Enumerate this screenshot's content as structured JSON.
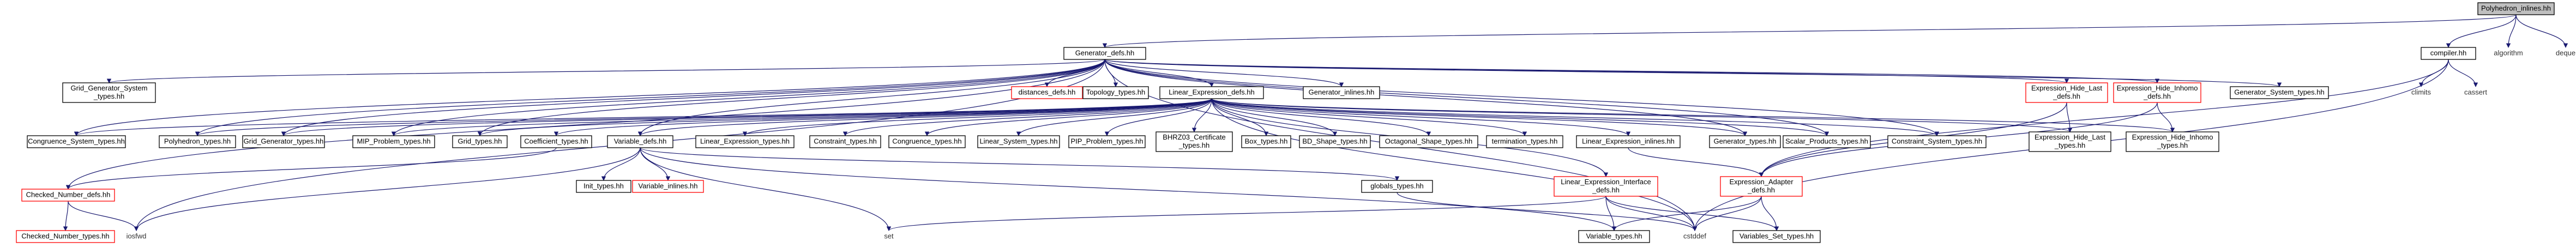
{
  "colors": {
    "root_fill": "#bfbfbf",
    "node_fill": "#ffffff",
    "node_border": "#000000",
    "node_border_missing": "#ff0000",
    "text_plain": "#000000",
    "text_missing": "#ff0000",
    "edge": "#191970"
  },
  "nodes": {
    "polyhedron_inlines": {
      "label": "Polyhedron_inlines.hh",
      "style": "root"
    },
    "generator_defs": {
      "label": "Generator_defs.hh",
      "style": "box"
    },
    "compiler": {
      "label": "compiler.hh",
      "style": "box"
    },
    "algorithm": {
      "label": "algorithm",
      "style": "plain"
    },
    "deque": {
      "label": "deque",
      "style": "plain"
    },
    "climits": {
      "label": "climits",
      "style": "plain"
    },
    "cassert": {
      "label": "cassert",
      "style": "plain"
    },
    "grid_generator_system_types": {
      "label": "Grid_Generator_System\n_types.hh",
      "style": "box"
    },
    "distances_defs": {
      "label": "distances_defs.hh",
      "style": "missing"
    },
    "topology_types": {
      "label": "Topology_types.hh",
      "style": "box"
    },
    "linear_expression_defs": {
      "label": "Linear_Expression_defs.hh",
      "style": "box"
    },
    "generator_inlines": {
      "label": "Generator_inlines.hh",
      "style": "box"
    },
    "expression_hide_last_defs": {
      "label": "Expression_Hide_Last\n_defs.hh",
      "style": "missing"
    },
    "expression_hide_inhomo_defs": {
      "label": "Expression_Hide_Inhomo\n_defs.hh",
      "style": "missing"
    },
    "generator_system_types": {
      "label": "Generator_System_types.hh",
      "style": "box"
    },
    "congruence_system_types": {
      "label": "Congruence_System_types.hh",
      "style": "box"
    },
    "polyhedron_types": {
      "label": "Polyhedron_types.hh",
      "style": "box"
    },
    "grid_generator_types": {
      "label": "Grid_Generator_types.hh",
      "style": "box"
    },
    "mip_problem_types": {
      "label": "MIP_Problem_types.hh",
      "style": "box"
    },
    "grid_types": {
      "label": "Grid_types.hh",
      "style": "box"
    },
    "coefficient_types": {
      "label": "Coefficient_types.hh",
      "style": "box"
    },
    "variable_defs": {
      "label": "Variable_defs.hh",
      "style": "box"
    },
    "linear_expression_types": {
      "label": "Linear_Expression_types.hh",
      "style": "box"
    },
    "constraint_types": {
      "label": "Constraint_types.hh",
      "style": "box"
    },
    "congruence_types": {
      "label": "Congruence_types.hh",
      "style": "box"
    },
    "linear_system_types": {
      "label": "Linear_System_types.hh",
      "style": "box"
    },
    "pip_problem_types": {
      "label": "PIP_Problem_types.hh",
      "style": "box"
    },
    "bhrz03_certificate_types": {
      "label": "BHRZ03_Certificate\n_types.hh",
      "style": "box"
    },
    "box_types": {
      "label": "Box_types.hh",
      "style": "box"
    },
    "bd_shape_types": {
      "label": "BD_Shape_types.hh",
      "style": "box"
    },
    "octagonal_shape_types": {
      "label": "Octagonal_Shape_types.hh",
      "style": "box"
    },
    "termination_types": {
      "label": "termination_types.hh",
      "style": "box"
    },
    "linear_expression_inlines": {
      "label": "Linear_Expression_inlines.hh",
      "style": "box"
    },
    "generator_types": {
      "label": "Generator_types.hh",
      "style": "box"
    },
    "scalar_products_types": {
      "label": "Scalar_Products_types.hh",
      "style": "box"
    },
    "constraint_system_types": {
      "label": "Constraint_System_types.hh",
      "style": "box"
    },
    "expression_hide_last_types": {
      "label": "Expression_Hide_Last\n_types.hh",
      "style": "box"
    },
    "expression_hide_inhomo_types": {
      "label": "Expression_Hide_Inhomo\n_types.hh",
      "style": "box"
    },
    "checked_number_defs": {
      "label": "Checked_Number_defs.hh",
      "style": "missing"
    },
    "checked_number_types": {
      "label": "Checked_Number_types.hh",
      "style": "missing"
    },
    "iosfwd": {
      "label": "iosfwd",
      "style": "plain"
    },
    "init_types": {
      "label": "Init_types.hh",
      "style": "box"
    },
    "variable_inlines": {
      "label": "Variable_inlines.hh",
      "style": "missing"
    },
    "globals_types": {
      "label": "globals_types.hh",
      "style": "box"
    },
    "linear_expression_interface_defs": {
      "label": "Linear_Expression_Interface\n_defs.hh",
      "style": "missing"
    },
    "expression_adapter_defs": {
      "label": "Expression_Adapter\n_defs.hh",
      "style": "missing"
    },
    "set": {
      "label": "set",
      "style": "plain"
    },
    "variable_types": {
      "label": "Variable_types.hh",
      "style": "box"
    },
    "cstddef": {
      "label": "cstddef",
      "style": "plain"
    },
    "variables_set_types": {
      "label": "Variables_Set_types.hh",
      "style": "box"
    }
  },
  "edges": [
    [
      "polyhedron_inlines",
      "generator_defs"
    ],
    [
      "polyhedron_inlines",
      "compiler"
    ],
    [
      "polyhedron_inlines",
      "algorithm"
    ],
    [
      "polyhedron_inlines",
      "deque"
    ],
    [
      "compiler",
      "climits"
    ],
    [
      "compiler",
      "cassert"
    ],
    [
      "compiler",
      "cstddef"
    ],
    [
      "compiler",
      "expression_adapter_defs"
    ],
    [
      "generator_defs",
      "grid_generator_system_types"
    ],
    [
      "generator_defs",
      "distances_defs"
    ],
    [
      "generator_defs",
      "topology_types"
    ],
    [
      "generator_defs",
      "linear_expression_defs"
    ],
    [
      "generator_defs",
      "generator_inlines"
    ],
    [
      "generator_defs",
      "expression_hide_last_defs"
    ],
    [
      "generator_defs",
      "expression_hide_inhomo_defs"
    ],
    [
      "generator_defs",
      "generator_system_types"
    ],
    [
      "generator_defs",
      "congruence_system_types"
    ],
    [
      "generator_defs",
      "polyhedron_types"
    ],
    [
      "generator_defs",
      "grid_generator_types"
    ],
    [
      "generator_defs",
      "mip_problem_types"
    ],
    [
      "generator_defs",
      "grid_types"
    ],
    [
      "generator_defs",
      "variable_defs"
    ],
    [
      "generator_defs",
      "checked_number_defs"
    ],
    [
      "generator_defs",
      "iosfwd"
    ],
    [
      "generator_defs",
      "scalar_products_types"
    ],
    [
      "generator_defs",
      "constraint_system_types"
    ],
    [
      "generator_defs",
      "generator_types"
    ],
    [
      "generator_defs",
      "cstddef"
    ],
    [
      "linear_expression_defs",
      "congruence_system_types"
    ],
    [
      "linear_expression_defs",
      "polyhedron_types"
    ],
    [
      "linear_expression_defs",
      "grid_generator_types"
    ],
    [
      "linear_expression_defs",
      "mip_problem_types"
    ],
    [
      "linear_expression_defs",
      "grid_types"
    ],
    [
      "linear_expression_defs",
      "coefficient_types"
    ],
    [
      "linear_expression_defs",
      "variable_defs"
    ],
    [
      "linear_expression_defs",
      "linear_expression_types"
    ],
    [
      "linear_expression_defs",
      "constraint_types"
    ],
    [
      "linear_expression_defs",
      "congruence_types"
    ],
    [
      "linear_expression_defs",
      "linear_system_types"
    ],
    [
      "linear_expression_defs",
      "pip_problem_types"
    ],
    [
      "linear_expression_defs",
      "bhrz03_certificate_types"
    ],
    [
      "linear_expression_defs",
      "box_types"
    ],
    [
      "linear_expression_defs",
      "bd_shape_types"
    ],
    [
      "linear_expression_defs",
      "octagonal_shape_types"
    ],
    [
      "linear_expression_defs",
      "termination_types"
    ],
    [
      "linear_expression_defs",
      "linear_expression_inlines"
    ],
    [
      "linear_expression_defs",
      "generator_types"
    ],
    [
      "linear_expression_defs",
      "scalar_products_types"
    ],
    [
      "linear_expression_defs",
      "constraint_system_types"
    ],
    [
      "linear_expression_defs",
      "expression_hide_last_types"
    ],
    [
      "linear_expression_defs",
      "expression_hide_inhomo_types"
    ],
    [
      "linear_expression_defs",
      "linear_expression_interface_defs"
    ],
    [
      "linear_expression_defs",
      "cstddef"
    ],
    [
      "expression_hide_last_defs",
      "expression_hide_last_types"
    ],
    [
      "expression_hide_last_defs",
      "expression_adapter_defs"
    ],
    [
      "expression_hide_inhomo_defs",
      "expression_hide_inhomo_types"
    ],
    [
      "expression_hide_inhomo_defs",
      "expression_adapter_defs"
    ],
    [
      "coefficient_types",
      "checked_number_defs"
    ],
    [
      "variable_defs",
      "init_types"
    ],
    [
      "variable_defs",
      "variable_inlines"
    ],
    [
      "variable_defs",
      "globals_types"
    ],
    [
      "variable_defs",
      "variable_types"
    ],
    [
      "variable_defs",
      "iosfwd"
    ],
    [
      "variable_defs",
      "set"
    ],
    [
      "checked_number_defs",
      "checked_number_types"
    ],
    [
      "checked_number_defs",
      "iosfwd"
    ],
    [
      "globals_types",
      "cstddef"
    ],
    [
      "linear_expression_inlines",
      "expression_adapter_defs"
    ],
    [
      "linear_expression_interface_defs",
      "variable_types"
    ],
    [
      "linear_expression_interface_defs",
      "variables_set_types"
    ],
    [
      "linear_expression_interface_defs",
      "cstddef"
    ],
    [
      "linear_expression_interface_defs",
      "set"
    ],
    [
      "expression_adapter_defs",
      "variable_types"
    ],
    [
      "expression_adapter_defs",
      "variables_set_types"
    ],
    [
      "expression_adapter_defs",
      "cstddef"
    ]
  ]
}
